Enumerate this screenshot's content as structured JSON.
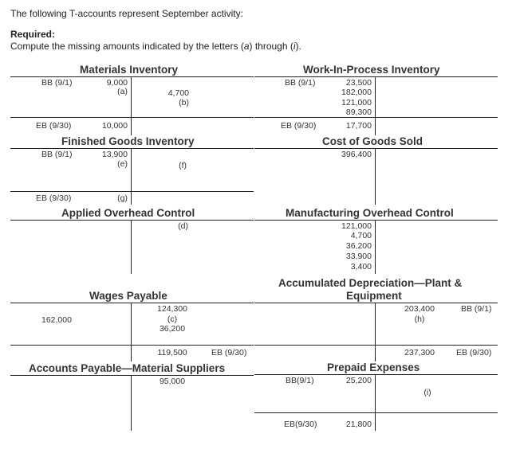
{
  "intro": "The following T-accounts represent September activity:",
  "required_label": "Required:",
  "required_text_before": "Compute the missing amounts indicated by the letters (",
  "required_a": "a",
  "required_mid": ") through (",
  "required_i": "i",
  "required_end": ").",
  "accounts": {
    "materials": {
      "title": "Materials Inventory",
      "left_labels": [
        "BB (9/1)"
      ],
      "debits": [
        "9,000",
        "(a)"
      ],
      "credits": [
        "4,700",
        "(b)"
      ],
      "ending_label": "EB (9/30)",
      "ending_value": "10,000"
    },
    "wip": {
      "title": "Work-In-Process Inventory",
      "left_labels": [
        "BB (9/1)"
      ],
      "debits": [
        "23,500",
        "182,000",
        "121,000",
        "89,300"
      ],
      "ending_label": "EB (9/30)",
      "ending_value": "17,700"
    },
    "finished": {
      "title": "Finished Goods Inventory",
      "left_labels": [
        "BB (9/1)"
      ],
      "debits": [
        "13,900",
        "(e)"
      ],
      "credits": [
        "(f)"
      ],
      "ending_label": "EB (9/30)",
      "ending_value": "(g)"
    },
    "cogs": {
      "title": "Cost of Goods Sold",
      "debits": [
        "396,400"
      ]
    },
    "applied_oh": {
      "title": "Applied Overhead Control",
      "credits": [
        "(d)"
      ]
    },
    "mfg_oh": {
      "title": "Manufacturing Overhead Control",
      "debits": [
        "121,000",
        "4,700",
        "36,200",
        "33,900",
        "3,400"
      ]
    },
    "wages": {
      "title": "Wages Payable",
      "debits": [
        "162,000"
      ],
      "credits": [
        "124,300",
        "(c)",
        "36,200"
      ],
      "ending_value": "119,500",
      "ending_label": "EB (9/30)"
    },
    "accum_dep": {
      "title_line1": "Accumulated Depreciation—Plant &",
      "title_line2": "Equipment",
      "credits": [
        "203,400",
        "(h)"
      ],
      "right_labels": [
        "BB (9/1)"
      ],
      "ending_value": "237,300",
      "ending_label": "EB (9/30)"
    },
    "ap": {
      "title": "Accounts Payable—Material Suppliers",
      "credits": [
        "95,000"
      ]
    },
    "prepaid": {
      "title": "Prepaid Expenses",
      "left_labels": [
        "BB(9/1)"
      ],
      "debits": [
        "25,200"
      ],
      "credits": [
        "(i)"
      ],
      "ending_label": "EB(9/30)",
      "ending_value": "21,800"
    }
  }
}
